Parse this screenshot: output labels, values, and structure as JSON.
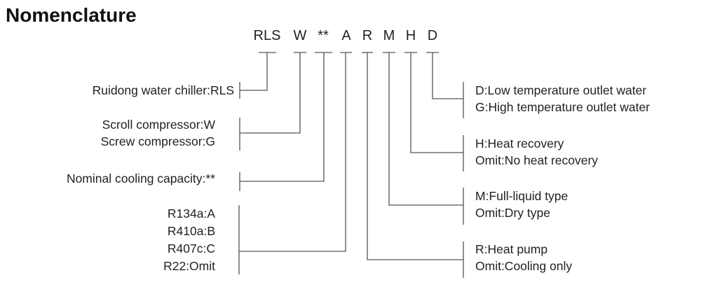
{
  "title": "Nomenclature",
  "codes": [
    "RLS",
    "W",
    "**",
    "A",
    "R",
    "M",
    "H",
    "D"
  ],
  "left_labels": {
    "rls": [
      "Ruidong water chiller:RLS"
    ],
    "compressor": [
      "Scroll compressor:W",
      "Screw compressor:G"
    ],
    "capacity": [
      "Nominal cooling capacity:**"
    ],
    "refrigerant": [
      "R134a:A",
      "R410a:B",
      "R407c:C",
      "R22:Omit"
    ]
  },
  "right_labels": {
    "outlet": [
      "D:Low temperature outlet water",
      "G:High temperature outlet water"
    ],
    "recovery": [
      "H:Heat recovery",
      "Omit:No heat recovery"
    ],
    "liquid": [
      "M:Full-liquid type",
      "Omit:Dry type"
    ],
    "pump": [
      "R:Heat pump",
      "Omit:Cooling only"
    ]
  }
}
